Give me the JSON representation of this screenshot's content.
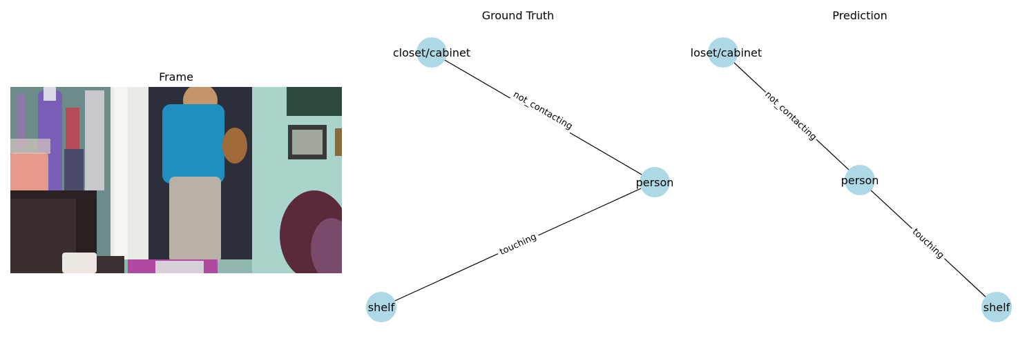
{
  "panels": {
    "frame": {
      "title": "Frame"
    },
    "ground_truth": {
      "title": "Ground Truth",
      "nodes": [
        {
          "id": "closet",
          "label": "closet/cabinet"
        },
        {
          "id": "person",
          "label": "person"
        },
        {
          "id": "shelf",
          "label": "shelf"
        }
      ],
      "edges": [
        {
          "from": "closet",
          "to": "person",
          "label": "not_contacting"
        },
        {
          "from": "shelf",
          "to": "person",
          "label": "touching"
        }
      ]
    },
    "prediction": {
      "title": "Prediction",
      "nodes": [
        {
          "id": "closet",
          "label": "closet/cabinet"
        },
        {
          "id": "person",
          "label": "person"
        },
        {
          "id": "shelf",
          "label": "shelf"
        }
      ],
      "edges": [
        {
          "from": "closet",
          "to": "person",
          "label": "not_contacting"
        },
        {
          "from": "person",
          "to": "shelf",
          "label": "touching"
        }
      ]
    }
  },
  "colors": {
    "node_fill": "#add8e6",
    "edge": "#000000"
  }
}
